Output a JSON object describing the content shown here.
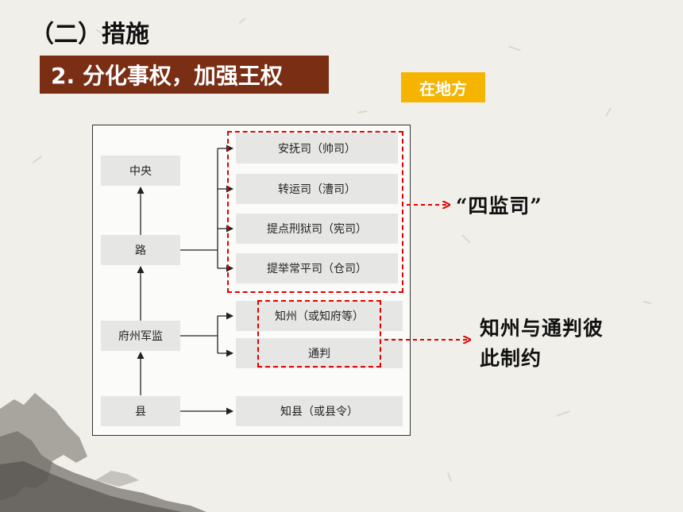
{
  "heading": {
    "section": "（二）措施"
  },
  "banner": {
    "title": "2. 分化事权，加强王权"
  },
  "badge": {
    "label": "在地方"
  },
  "diagram": {
    "levels": {
      "center": "中央",
      "route": "路",
      "prefecture": "府州军监",
      "county": "县"
    },
    "offices": [
      "安抚司（帅司）",
      "转运司（漕司）",
      "提点刑狱司（宪司）",
      "提举常平司（仓司）"
    ],
    "prefecture_officials": [
      "知州（或知府等）",
      "通判"
    ],
    "county_official": "知县（或县令）"
  },
  "callouts": {
    "four_offices": "“四监司”",
    "mutual_check_line1": "知州与通判彼",
    "mutual_check_line2": "此制约"
  },
  "colors": {
    "banner_bg": "#7a2e14",
    "badge_bg": "#f5b400",
    "dashed_red": "#e00000"
  }
}
